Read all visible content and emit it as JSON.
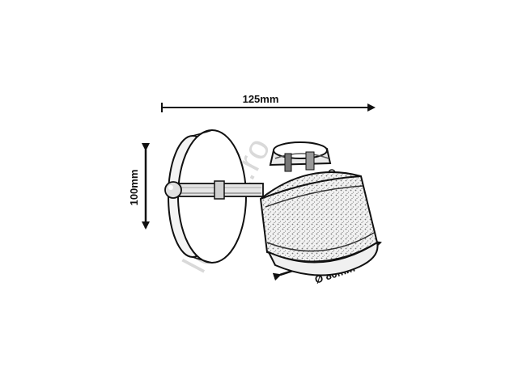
{
  "dimensions": {
    "width_label": "125mm",
    "height_label": "100mm",
    "diameter_label": "Ø 80mm"
  },
  "watermark": {
    "text": "lumina.ro"
  },
  "colors": {
    "line": "#111111",
    "watermark": "#d9d9d9",
    "background": "#ffffff"
  }
}
